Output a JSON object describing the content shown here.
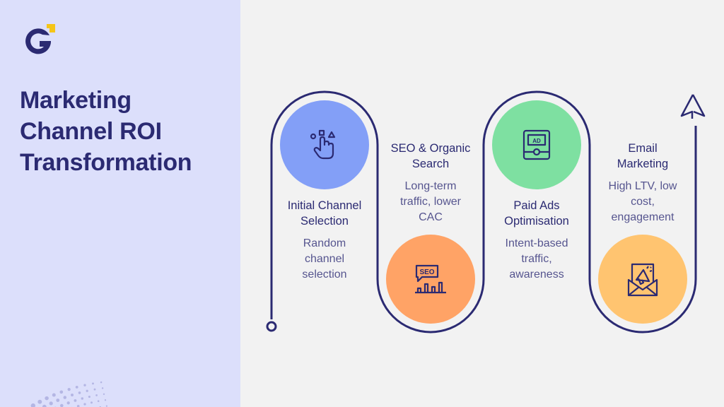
{
  "header": {
    "logo": "g-logo-icon",
    "title_lines": [
      "Marketing",
      "Channel ROI",
      "Transformation"
    ]
  },
  "colors": {
    "left_panel_bg": "#dcdffb",
    "main_bg": "#f2f2f2",
    "path_stroke": "#2b2a72",
    "title_text": "#2b2a72",
    "logo_accent": "#f5c518"
  },
  "steps": [
    {
      "title_lines": [
        "Initial Channel",
        "Selection"
      ],
      "desc_lines": [
        "Random",
        "channel",
        "selection"
      ],
      "icon": "hand-pointer-shapes-icon",
      "color": "#839ff7"
    },
    {
      "title_lines": [
        "SEO & Organic",
        "Search"
      ],
      "desc_lines": [
        "Long-term",
        "traffic, lower",
        "CAC"
      ],
      "icon": "seo-chart-icon",
      "color": "#ffa366"
    },
    {
      "title_lines": [
        "Paid Ads",
        "Optimisation"
      ],
      "desc_lines": [
        "Intent-based",
        "traffic,",
        "awareness"
      ],
      "icon": "ad-tablet-icon",
      "color": "#7ee0a1"
    },
    {
      "title_lines": [
        "Email",
        "Marketing"
      ],
      "desc_lines": [
        "High LTV, low",
        "cost,",
        "engagement"
      ],
      "icon": "email-megaphone-icon",
      "color": "#ffc470"
    }
  ],
  "path": {
    "start_marker": "circle-marker-icon",
    "end_marker": "arrow-up-icon"
  }
}
